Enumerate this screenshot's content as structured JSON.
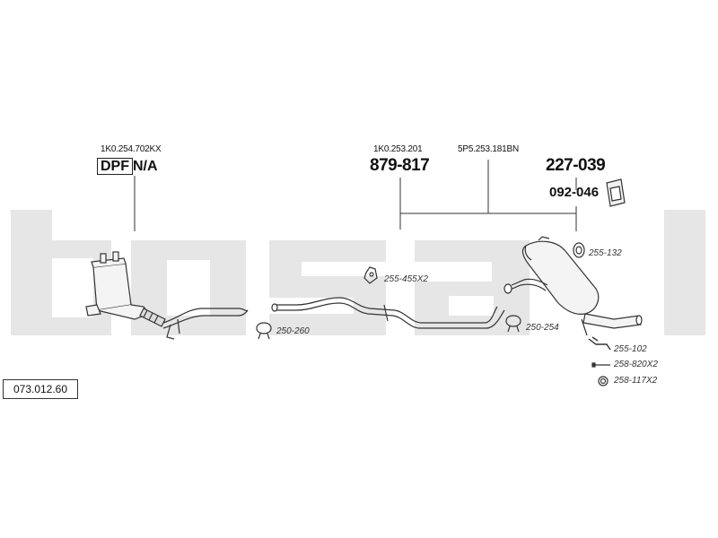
{
  "diagram": {
    "reference_number": "073.012.60",
    "watermark": "bosal",
    "sections": [
      {
        "oe_number": "1K0.254.702KX",
        "badge": "DPF",
        "part": "N/A"
      },
      {
        "oe_number": "1K0.253.201",
        "part": "879-817"
      },
      {
        "oe_number": "5P5.253.181BN",
        "part": "227-039"
      }
    ],
    "mount_part": "092-046",
    "accessories": [
      {
        "code": "255-132"
      },
      {
        "code": "255-455X2"
      },
      {
        "code": "250-260"
      },
      {
        "code": "250-254"
      },
      {
        "code": "255-102"
      },
      {
        "code": "258-820X2"
      },
      {
        "code": "258-117X2"
      }
    ],
    "colors": {
      "watermark": "#e8e8e8",
      "line": "#333333"
    }
  }
}
